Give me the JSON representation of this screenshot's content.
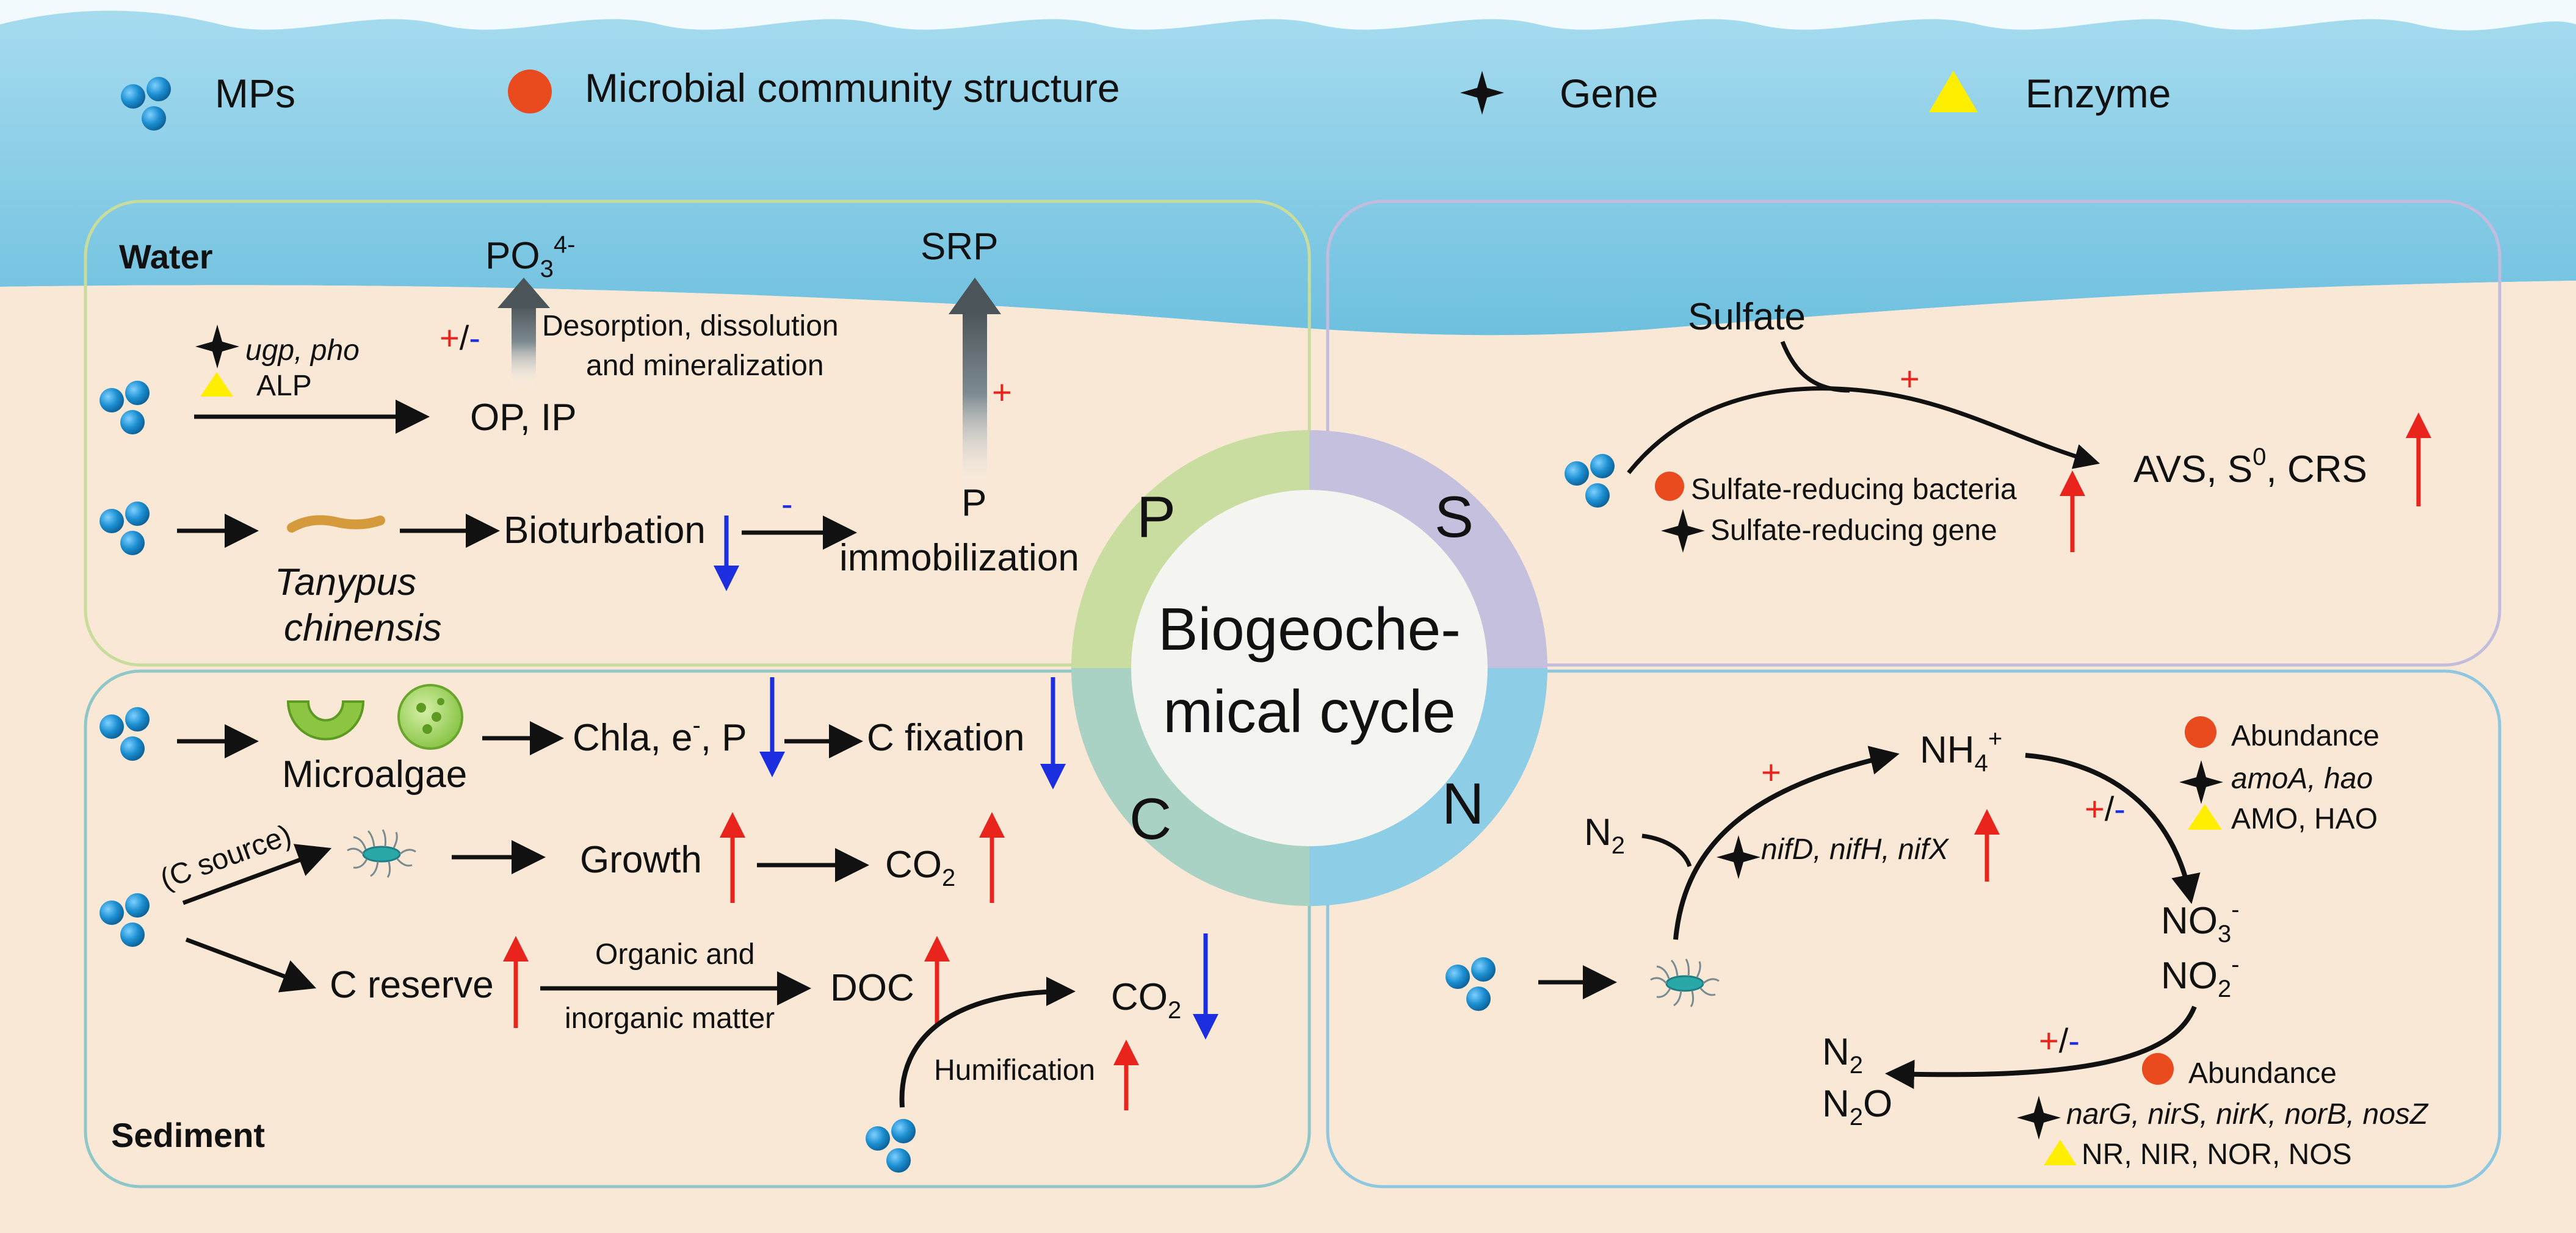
{
  "legend": {
    "mps": "MPs",
    "microbial": "Microbial community structure",
    "gene": "Gene",
    "enzyme": "Enzyme"
  },
  "center": {
    "line1": "Biogeoche-",
    "line2": "mical cycle"
  },
  "ring": {
    "p": "P",
    "s": "S",
    "c": "C",
    "n": "N"
  },
  "signs": {
    "plus": "+",
    "minus": "-",
    "plus_minus_sep": "/"
  },
  "p_panel": {
    "water_label": "Water",
    "po3": "PO",
    "po3_sub": "3",
    "po3_sup": "4-",
    "srp": "SRP",
    "genes": "ugp, pho",
    "alp": "ALP",
    "desorption_1": "Desorption, dissolution",
    "desorption_2": "and mineralization",
    "op_ip": "OP, IP",
    "bioturbation": "Bioturbation",
    "p_immob_1": "P",
    "p_immob_2": "immobilization",
    "tanypus_1": "Tanypus",
    "tanypus_2": "chinensis"
  },
  "s_panel": {
    "sulfate": "Sulfate",
    "avs": "AVS, S",
    "avs_sup": "0",
    "crs": ", CRS",
    "srb": "Sulfate-reducing bacteria",
    "srg": "Sulfate-reducing gene"
  },
  "c_panel": {
    "microalgae": "Microalgae",
    "chla": "Chla, e",
    "chla_sup": "-",
    "chla_p": ", P",
    "c_fixation": "C fixation",
    "c_source": "(C source)",
    "growth": "Growth",
    "co2": "CO",
    "co2_sub": "2",
    "c_reserve": "C reserve",
    "organic_1": "Organic and",
    "organic_2": "inorganic matter",
    "doc": "DOC",
    "humification": "Humification",
    "sediment_label": "Sediment"
  },
  "n_panel": {
    "nh4": "NH",
    "nh4_sub": "4",
    "nh4_sup": "+",
    "n2": "N",
    "n2_sub": "2",
    "nif": "nifD, nifH, nifX",
    "abundance": "Abundance",
    "amo_genes": "amoA, hao",
    "amo_enz": "AMO, HAO",
    "no3": "NO",
    "no3_sub": "3",
    "no3_sup": "-",
    "no2": "NO",
    "no2_sub": "2",
    "no2_sup": "-",
    "n2o_n": "N",
    "n2o_sub": "2",
    "n2o_o": "O",
    "den_genes": "narG, nirS, nirK, norB, nosZ",
    "den_enz": "NR, NIR, NOR, NOS"
  },
  "colors": {
    "sky_top": "#9fd6ec",
    "water": "#79c6e2",
    "sediment": "#f8e8d8",
    "ring_p": "#c9dda0",
    "ring_s": "#c6c0df",
    "ring_c": "#a9d2c4",
    "ring_n": "#8ecde6",
    "up_arrow": "#e8241c",
    "down_arrow": "#1b2ee0",
    "bacteria_dot": "#e94b1e",
    "enzyme": "#ffee00",
    "mps": "#1c8fd1"
  }
}
